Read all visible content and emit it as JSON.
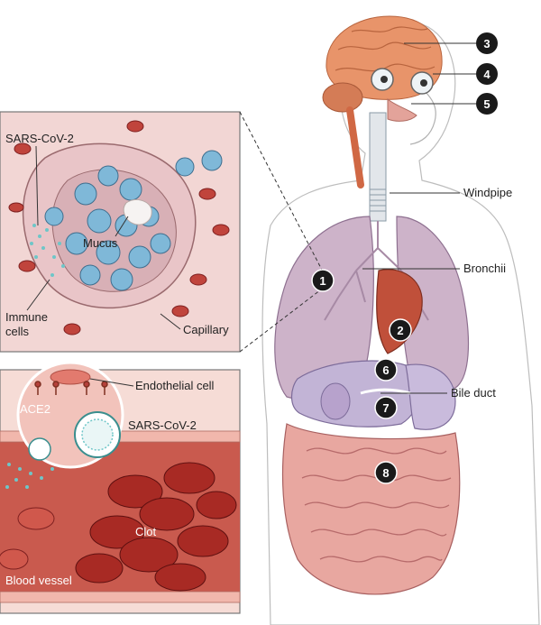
{
  "labels": {
    "windpipe": "Windpipe",
    "bronchii": "Bronchii",
    "bile_duct": "Bile duct",
    "sars_cov_2_lung": "SARS-CoV-2",
    "mucus": "Mucus",
    "immune_cells_line1": "Immune",
    "immune_cells_line2": "cells",
    "capillary": "Capillary",
    "endothelial_cell": "Endothelial cell",
    "ace2": "ACE2",
    "sars_cov_2_vessel": "SARS-CoV-2",
    "clot": "Clot",
    "blood_vessel": "Blood vessel"
  },
  "badges": [
    "1",
    "2",
    "3",
    "4",
    "5",
    "6",
    "7",
    "8"
  ],
  "colors": {
    "badge": "#1a1a1a",
    "skin_outline": "#c8c8c8",
    "brain": "#e8946a",
    "lung": "#cdb3c9",
    "heart": "#c0503a",
    "intestine": "#e8a7a0",
    "blood": "#a82a24",
    "vessel_bg": "#c95a4e",
    "virus": "#6ec6c8",
    "immune": "#7fb8d8"
  }
}
